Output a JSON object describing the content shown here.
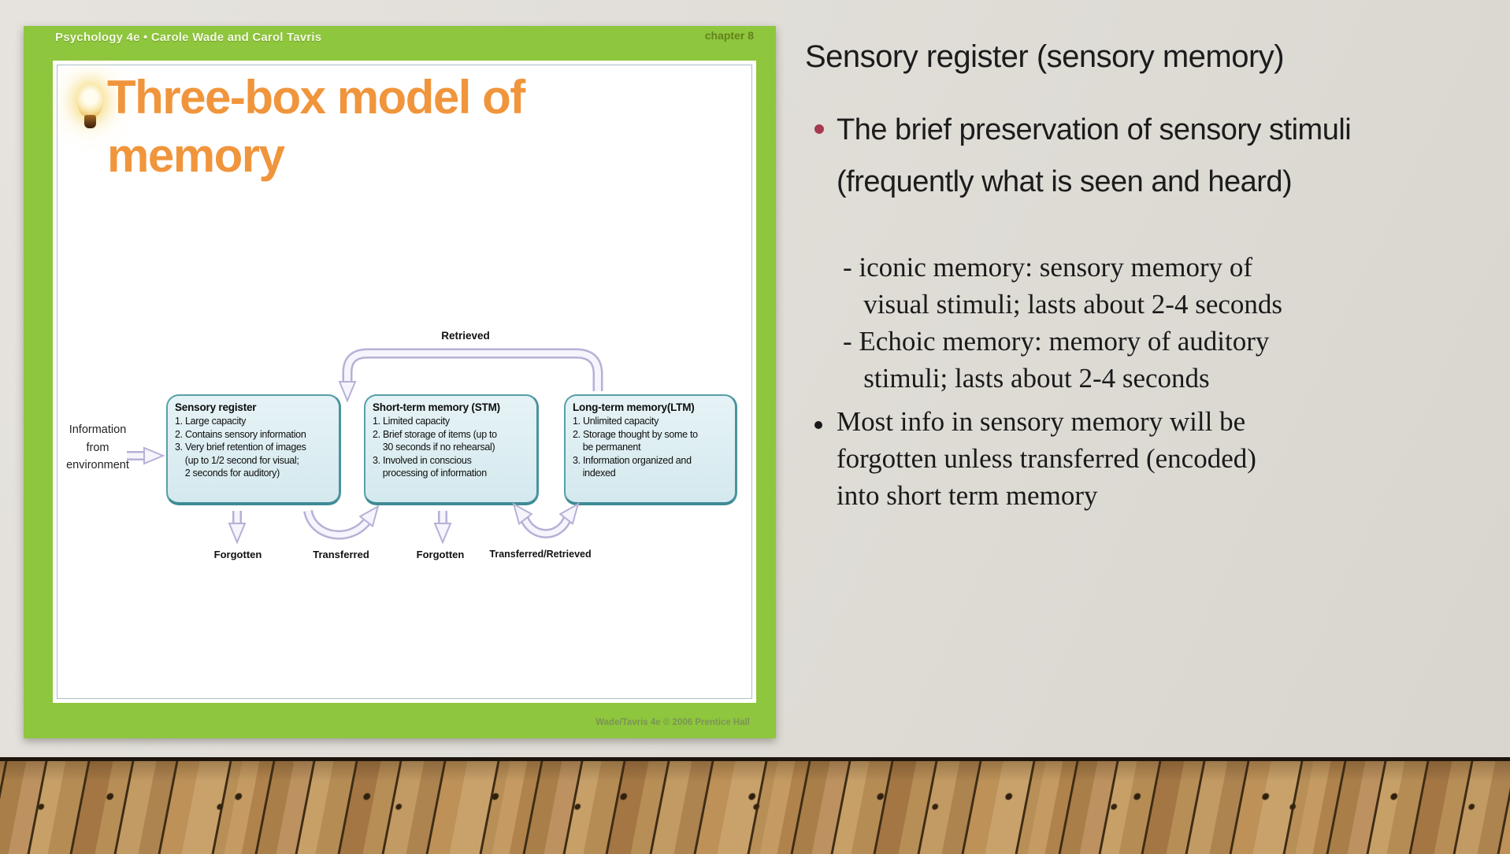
{
  "slide": {
    "header": "Psychology 4e •  Carole Wade and Carol Tavris",
    "chapter": "chapter 8",
    "title": "Three-box model of\nmemory",
    "footer": "Wade/Tavris 4e © 2006 Prentice Hall",
    "diagram": {
      "input_label": "Information\nfrom\nenvironment",
      "retrieved_label": "Retrieved",
      "boxes": [
        {
          "title": "Sensory register",
          "body": "1. Large capacity\n2. Contains sensory information\n3. Very brief retention of images\n    (up to 1/2 second for visual;\n    2 seconds for auditory)"
        },
        {
          "title": "Short-term memory (STM)",
          "body": "1. Limited capacity\n2. Brief storage of items (up to\n    30 seconds if no rehearsal)\n3. Involved in conscious\n    processing of information"
        },
        {
          "title": "Long-term memory(LTM)",
          "body": "1. Unlimited capacity\n2. Storage thought by some to\n    be permanent\n3. Information organized and\n    indexed"
        }
      ],
      "flow_labels": [
        "Forgotten",
        "Transferred",
        "Forgotten",
        "Transferred/Retrieved"
      ]
    }
  },
  "notes": {
    "heading": "Sensory register (sensory memory)",
    "bullet1": "The brief preservation of sensory stimuli\n(frequently what is seen and heard)",
    "sub_bullets": "- iconic memory: sensory memory of\n   visual stimuli; lasts about 2-4 seconds\n- Echoic memory: memory of auditory\n   stimuli; lasts about 2-4 seconds",
    "bullet2": "Most info in sensory memory will be\nforgotten unless transferred (encoded)\ninto short term memory"
  },
  "colors": {
    "slide_green": "#8ec63d",
    "title_orange": "#f0953c",
    "box_fill": "#dcedf1",
    "box_border": "#57a0aa",
    "arrow_outline": "#b7b0d6",
    "bullet1_dot": "#a63950",
    "wall": "#dfdcd6"
  }
}
